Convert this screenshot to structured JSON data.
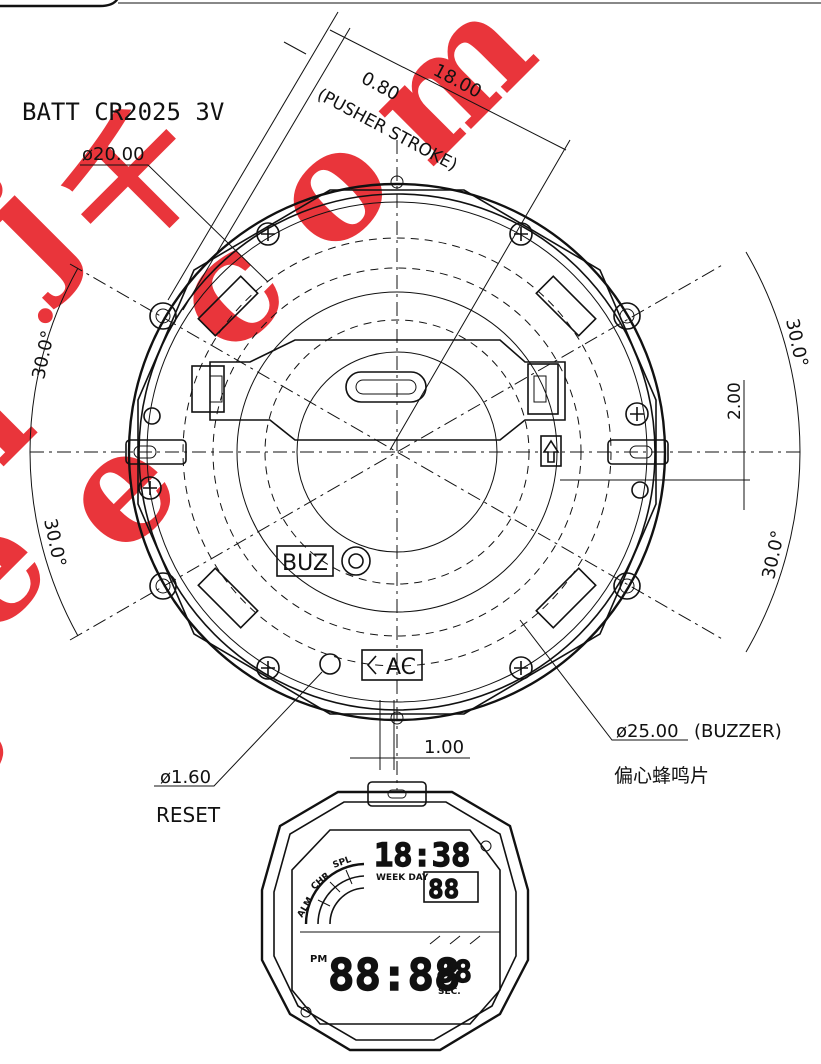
{
  "labels": {
    "battery": "BATT CR2025 3V",
    "diameter_20": "ø20.00",
    "dim_080": "0.80",
    "dim_1800": "18.00",
    "pusher_stroke": "(PUSHER STROKE)",
    "angle_top_left": "30.0°",
    "angle_bottom_left": "30.0°",
    "angle_top_right": "30.0°",
    "angle_bottom_right": "30.0°",
    "dim_200": "2.00",
    "dim_100": "1.00",
    "buz": "BUZ",
    "ac": "AC",
    "diameter_25": "ø25.00",
    "buzzer": "(BUZZER)",
    "buzzer_cn": "偏心蜂鸣片",
    "diameter_160": "ø1.60",
    "reset": "RESET"
  },
  "lcd": {
    "top_digits": "18:38",
    "week_day": "WEEK DAY",
    "day_digits": "88",
    "pm": "PM",
    "main_digits": "88:88",
    "sec_digits": "88",
    "sec": "SEC.",
    "arc_labels": [
      "ALM",
      "CHR",
      "SPL"
    ]
  },
  "watermark": {
    "text": "jie.com",
    "color": "#e8232a"
  }
}
